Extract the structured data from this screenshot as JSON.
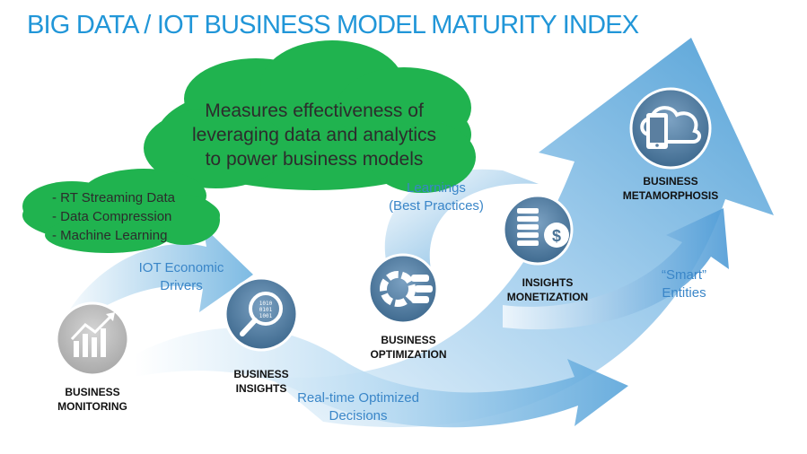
{
  "title": "BIG DATA / IOT BUSINESS MODEL MATURITY INDEX",
  "cloud": {
    "main_line1": "Measures effectiveness of",
    "main_line2": "leveraging data and analytics",
    "main_line3": "to power business models",
    "bullets": [
      "- RT Streaming Data",
      "- Data Compression",
      "- Machine Learning"
    ]
  },
  "flows": {
    "iot_line1": "IOT Economic",
    "iot_line2": "Drivers",
    "realtime_line1": "Real-time Optimized",
    "realtime_line2": "Decisions",
    "learnings_line1": "Learnings",
    "learnings_line2": "(Best Practices)",
    "smart_line1": "“Smart”",
    "smart_line2": "Entities"
  },
  "stages": {
    "monitoring_line1": "BUSINESS",
    "monitoring_line2": "MONITORING",
    "insights_line1": "BUSINESS",
    "insights_line2": "INSIGHTS",
    "optimization_line1": "BUSINESS",
    "optimization_line2": "OPTIMIZATION",
    "monetization_line1": "INSIGHTS",
    "monetization_line2": "MONETIZATION",
    "metamorphosis_line1": "BUSINESS",
    "metamorphosis_line2": "METAMORPHOSIS"
  },
  "icons": {
    "monitoring": "growth-chart-icon",
    "insights": "magnifier-data-icon",
    "optimization": "gears-icon",
    "monetization": "coins-dollar-icon",
    "metamorphosis": "cloud-tablet-icon"
  },
  "colors": {
    "title": "#2196d8",
    "cloud": "#20b34f",
    "arrow": "#5aa9dc",
    "flow_text": "#3a86c8",
    "icon_circle": "#5b7fa0"
  }
}
